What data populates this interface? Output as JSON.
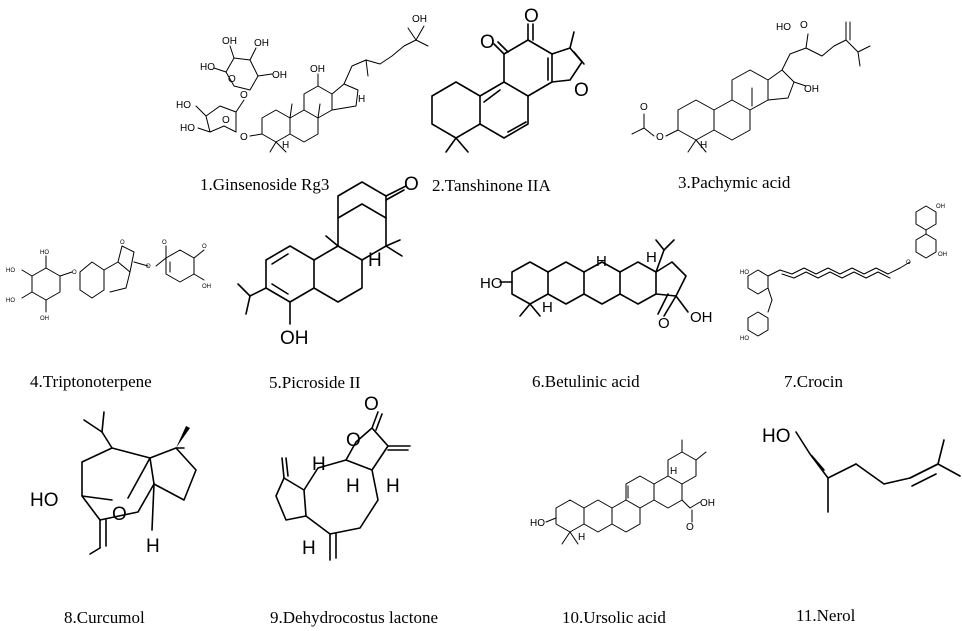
{
  "compounds": [
    {
      "label": "1.Ginsenoside Rg3"
    },
    {
      "label": "2.Tanshinone IIA"
    },
    {
      "label": "3.Pachymic acid"
    },
    {
      "label": "4.Triptonoterpene"
    },
    {
      "label": "5.Picroside II"
    },
    {
      "label": "6.Betulinic acid"
    },
    {
      "label": "7.Crocin"
    },
    {
      "label": "8.Curcumol"
    },
    {
      "label": "9.Dehydrocostus lactone"
    },
    {
      "label": "10.Ursolic acid"
    },
    {
      "label": "11.Nerol"
    }
  ],
  "atoms": {
    "oh": "OH",
    "ho": "HO",
    "o": "O",
    "h": "H",
    "hooc": "HO",
    "oh_acid": "OH"
  }
}
